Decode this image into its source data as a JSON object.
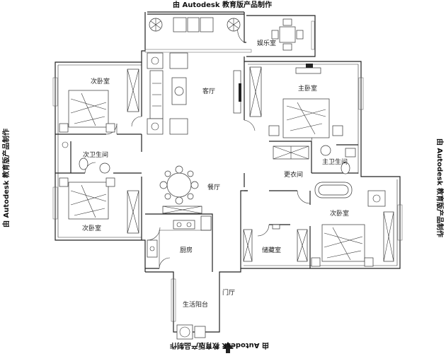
{
  "watermarks": {
    "top": "由 Autodesk 教育版产品制作",
    "bottom": "由 Autodesk 教育版产品制作",
    "left": "由 Autodesk 教育版产品制作",
    "right": "由 Autodesk 教育版产品制作"
  },
  "rooms": {
    "entertainment": "娱乐室",
    "living": "客厅",
    "master_bedroom": "主卧室",
    "secondary_bedroom_top": "次卧室",
    "secondary_bath": "次卫生间",
    "secondary_bedroom_left": "次卧室",
    "dining": "餐厅",
    "master_bath": "主卫生间",
    "walk_in_closet": "更衣间",
    "kitchen": "厨房",
    "storage": "储藏室",
    "secondary_bedroom_right": "次卧室",
    "foyer": "门厅",
    "utility_balcony": "生活阳台"
  },
  "colors": {
    "line": "#222222",
    "background": "#ffffff"
  }
}
